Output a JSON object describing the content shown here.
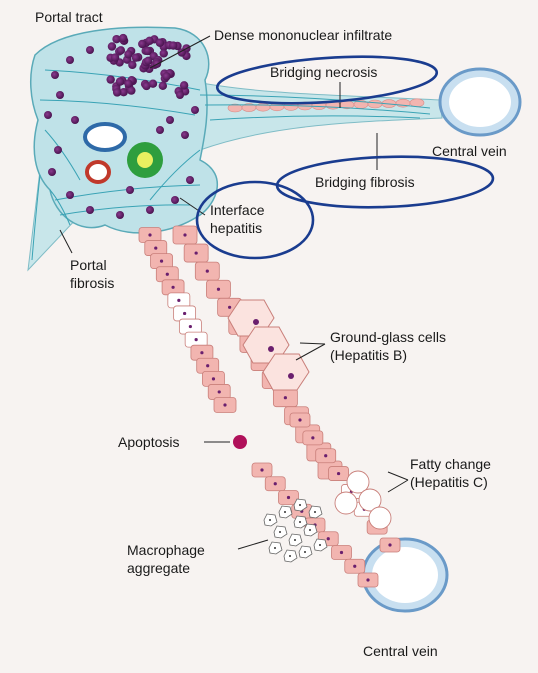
{
  "labels": {
    "portal_tract": "Portal tract",
    "dense_infiltrate": "Dense mononuclear infiltrate",
    "bridging_necrosis": "Bridging necrosis",
    "central_vein_top": "Central vein",
    "bridging_fibrosis": "Bridging fibrosis",
    "interface_hepatitis_1": "Interface",
    "interface_hepatitis_2": "hepatitis",
    "portal_fibrosis_1": "Portal",
    "portal_fibrosis_2": "fibrosis",
    "ground_glass_1": "Ground-glass cells",
    "ground_glass_2": "(Hepatitis B)",
    "apoptosis": "Apoptosis",
    "fatty_change_1": "Fatty change",
    "fatty_change_2": "(Hepatitis C)",
    "macrophage_1": "Macrophage",
    "macrophage_2": "aggregate",
    "central_vein_bottom": "Central vein"
  },
  "colors": {
    "tissue": "#bfe2e8",
    "fiber": "#3aa3b5",
    "lymphocyte": "#6a1f6e",
    "hepatocyte": "#f2b5b0",
    "apoptotic": "#b0105a",
    "highlight": "#1a3c8f"
  }
}
